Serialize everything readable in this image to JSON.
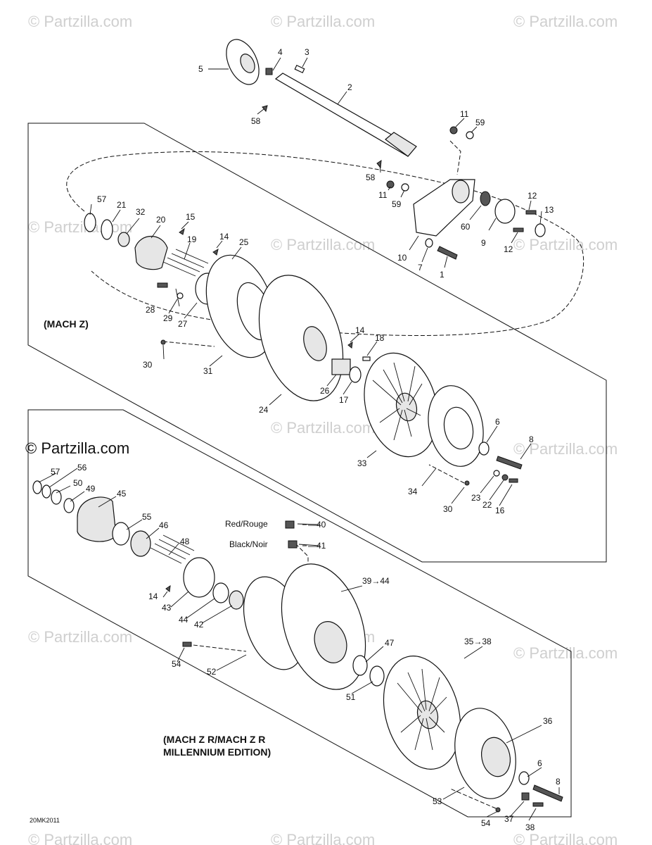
{
  "watermarks": {
    "text": "© Partzilla.com",
    "prominent": "© Partzilla.com"
  },
  "sections": {
    "mach_z": "(MACH Z)",
    "mach_z_r_line1": "(MACH Z R/MACH Z R",
    "mach_z_r_line2": "MILLENNIUM EDITION)"
  },
  "color_labels": {
    "red": "Red/Rouge",
    "black": "Black/Noir"
  },
  "range_labels": {
    "r39_44": "39→44",
    "r35_38": "35→38"
  },
  "diagram_code": "20MK2011",
  "callouts": {
    "c1": "1",
    "c2": "2",
    "c3": "3",
    "c4": "4",
    "c5": "5",
    "c6a": "6",
    "c6b": "6",
    "c7": "7",
    "c8a": "8",
    "c8b": "8",
    "c9": "9",
    "c10": "10",
    "c11a": "11",
    "c11b": "11",
    "c12a": "12",
    "c12b": "12",
    "c13": "13",
    "c14a": "14",
    "c14b": "14",
    "c14c": "14",
    "c15": "15",
    "c16": "16",
    "c17": "17",
    "c18": "18",
    "c19": "19",
    "c20": "20",
    "c21": "21",
    "c22": "22",
    "c23": "23",
    "c24": "24",
    "c25": "25",
    "c26": "26",
    "c27": "27",
    "c28": "28",
    "c29": "29",
    "c30a": "30",
    "c30b": "30",
    "c31": "31",
    "c32": "32",
    "c33": "33",
    "c34": "34",
    "c36": "36",
    "c37": "37",
    "c38": "38",
    "c40": "40",
    "c41": "41",
    "c42": "42",
    "c43": "43",
    "c44": "44",
    "c45": "45",
    "c46": "46",
    "c47": "47",
    "c48": "48",
    "c49": "49",
    "c50": "50",
    "c51": "51",
    "c52": "52",
    "c53": "53",
    "c54a": "54",
    "c54b": "54",
    "c55": "55",
    "c56": "56",
    "c57a": "57",
    "c57b": "57",
    "c58a": "58",
    "c58b": "58",
    "c59a": "59",
    "c59b": "59",
    "c60": "60"
  }
}
